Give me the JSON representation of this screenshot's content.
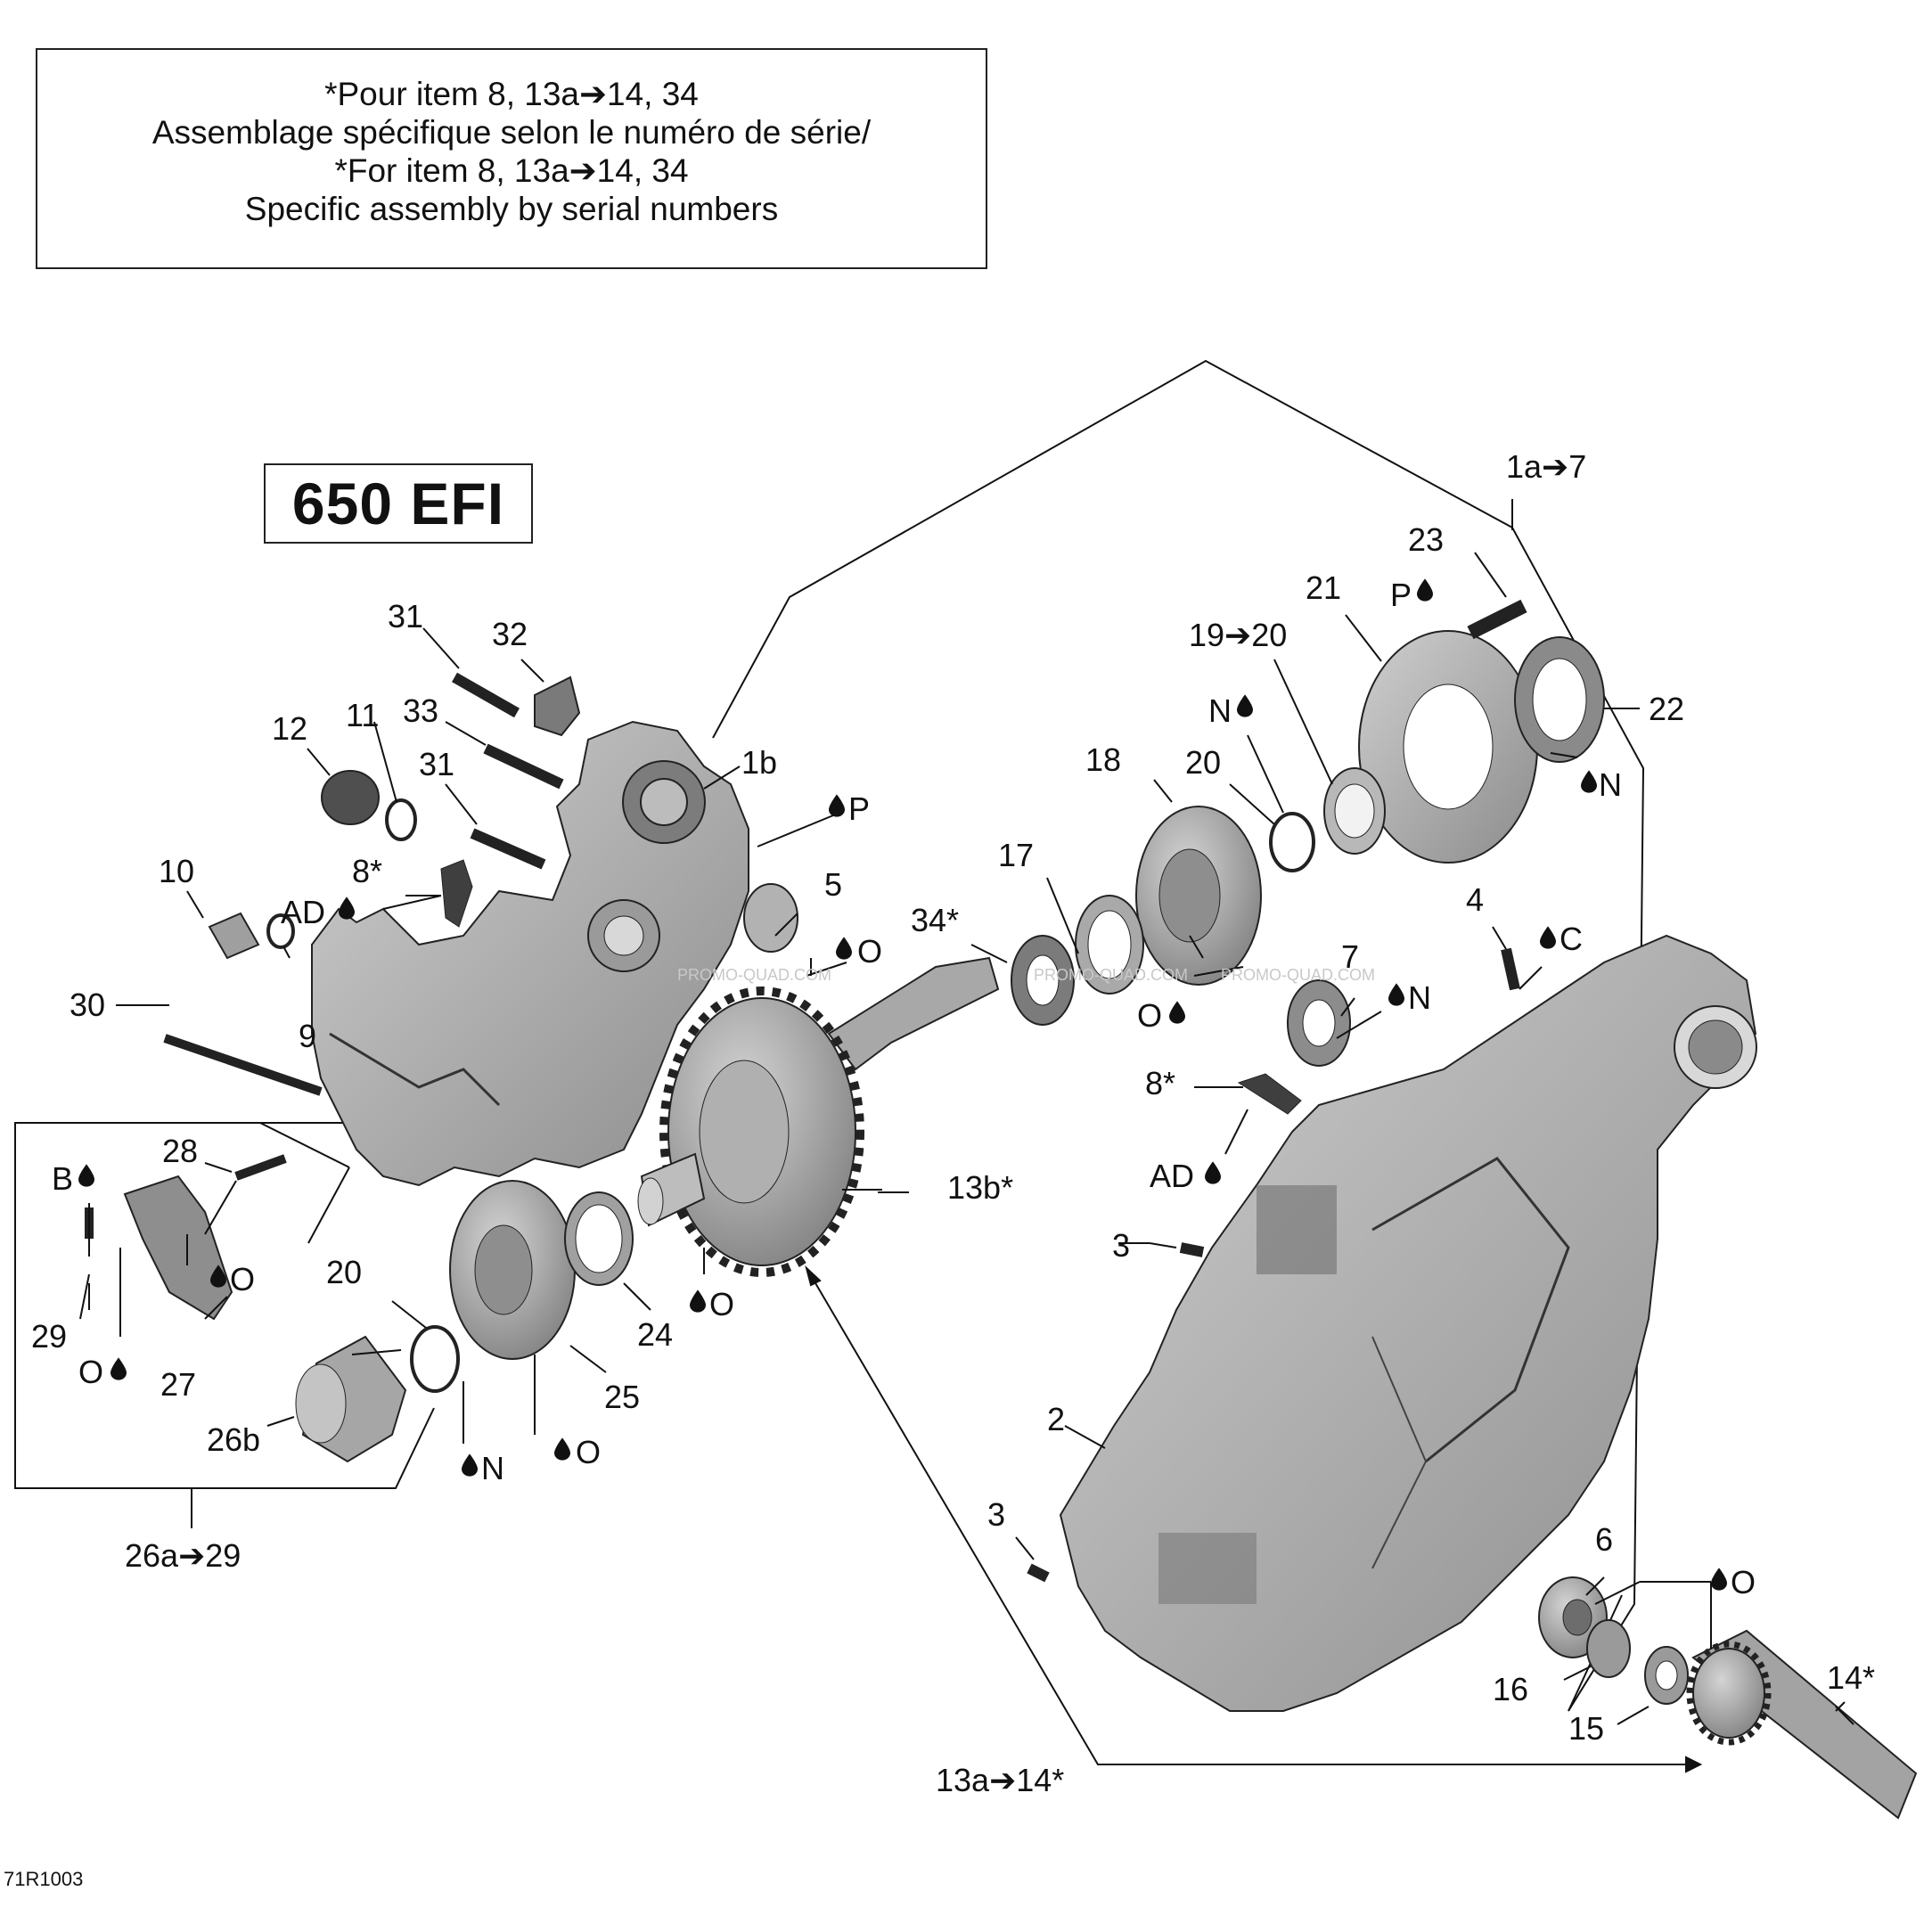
{
  "note": {
    "line1": "*Pour item 8, 13a➔14, 34",
    "line2": "Assemblage spécifique selon le numéro de série/",
    "line3": "*For item 8, 13a➔14, 34",
    "line4": "Specific assembly by serial numbers"
  },
  "model_label": "650 EFI",
  "drawing_code": "71R1003",
  "watermark": "PROMO-QUAD.COM",
  "callouts": {
    "c1a7": "1a➔7",
    "c23": "23",
    "c21": "21",
    "cP": "P",
    "c1920": "19➔20",
    "cN_top": "N",
    "c22": "22",
    "cN_22": "N",
    "c18": "18",
    "c20_top": "20",
    "c31a": "31",
    "c32": "32",
    "c33": "33",
    "c31b": "31",
    "c12": "12",
    "c11": "11",
    "c1b": "1b",
    "cP2": "P",
    "c8a": "8*",
    "cAD1": "AD",
    "c10": "10",
    "c5": "5",
    "c17": "17",
    "c34": "34*",
    "cO_5": "O",
    "cO_18": "O",
    "c4": "4",
    "cC": "C",
    "c7": "7",
    "cN_7": "N",
    "c30": "30",
    "c9": "9",
    "c8b": "8*",
    "cAD2": "AD",
    "c28": "28",
    "cB": "B",
    "cO_27": "O",
    "c13b": "13b*",
    "c3a": "3",
    "c20_low": "20",
    "c29": "29",
    "cO_29": "O",
    "c27": "27",
    "c24": "24",
    "cO_13": "O",
    "c25": "25",
    "c26b": "26b",
    "cN_20": "N",
    "cO_25": "O",
    "c2": "2",
    "c26a29": "26a➔29",
    "c3b": "3",
    "c6": "6",
    "cO_6": "O",
    "c16": "16",
    "c14": "14*",
    "c15": "15",
    "c13a14": "13a➔14*"
  },
  "colors": {
    "line": "#111111",
    "part": "#9a9a9a",
    "part_light": "#c4c4c4",
    "part_dark": "#5e5e5e"
  }
}
